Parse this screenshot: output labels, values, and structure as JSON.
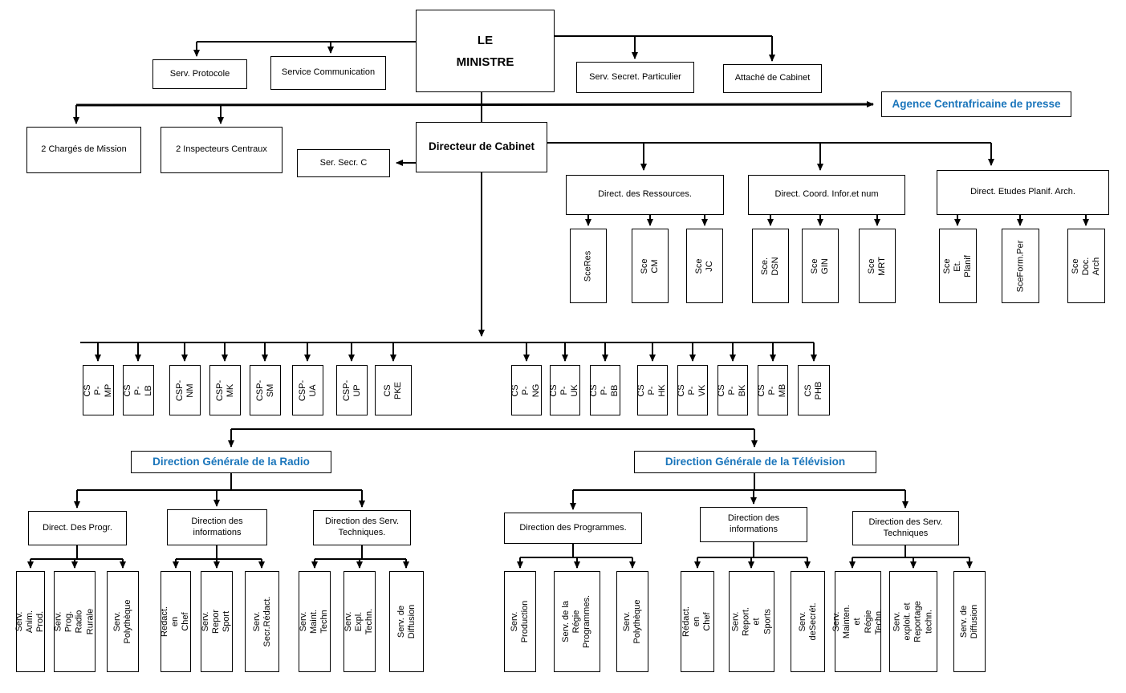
{
  "title": "Organigramme du Ministère",
  "colors": {
    "accent_blue": "#1a75bb",
    "line_black": "#000000",
    "background": "#ffffff"
  },
  "nodes": {
    "ministre": "LE\nMINISTRE",
    "serv_protocole": "Serv. Protocole",
    "service_communication": "Service Communication",
    "serv_secret_particulier": "Serv. Secret. Particulier",
    "attache_cabinet": "Attaché de Cabinet",
    "agence_presse": "Agence Centrafricaine de presse",
    "charges_mission": "2 Chargés de Mission",
    "inspecteurs_centraux": "2 Inspecteurs Centraux",
    "ser_secr_c": "Ser. Secr. C",
    "directeur_cabinet": "Directeur de Cabinet",
    "direct_ressources": "Direct. des  Ressources.",
    "direct_coord": "Direct. Coord. Infor.et num",
    "direct_etudes": "Direct. Etudes Planif. Arch.",
    "sceres": "SceRes",
    "sce_cm": "Sce  CM",
    "sce_jc": "Sce  JC",
    "sce_dsn": "Sce. DSN",
    "sce_gin": "Sce GIN",
    "sce_mrt": "Sce MRT",
    "sce_et_planif": "Sce Et. Planif",
    "sceform_per": "SceForm.Per",
    "sce_doc_arch": "Sce Doc. Arch",
    "cs_p_mp": "CS P-MP",
    "cs_p_lb": "CS P-LB",
    "csp_nm": "CSP-NM",
    "csp_mk": "CSP-MK",
    "csp_sm": "CSP-SM",
    "csp_ua": "CSP-UA",
    "csp_up": "CSP-UP",
    "cs_pke": "CS PKE",
    "cs_p_ng": "CS P-NG",
    "cs_p_uk": "CS P-UK",
    "cs_p_bb": "CS P-BB",
    "cs_p_hk": "CS P-HK",
    "cs_p_vk": "CS P-VK",
    "cs_p_bk": "CS P-BK",
    "cs_p_mb": "CS P-MB",
    "cs_phb": "CS PHB",
    "dg_radio": "Direction Générale de la Radio",
    "dg_tv": "Direction Générale de la Télévision",
    "r_progr": "Direct. Des Progr.",
    "r_infos": "Direction des\ninformations",
    "r_tech": "Direction des Serv.\nTechniques.",
    "t_progr": "Direction des Programmes.",
    "t_infos": "Direction des\ninformations",
    "t_tech": "Direction des Serv.\nTechniques",
    "serv_anim_prod": "Serv. Anim. Prod.",
    "serv_prog_radio": "Serv. Prog. Radio\nRurale",
    "serv_polytheque_r": "Serv. Polythèque",
    "redact_chef_r": "Redact. en Chef",
    "serv_repor_sport": "Serv. Repor Sport",
    "serv_secr_redact": "Serv. Secr.Rédact.",
    "serv_maint_techn": "Serv. Maint. Techn",
    "serv_expl_techn": "Serv. Expl. Techn.",
    "serv_diffusion_r": "Serv. de Diffusion",
    "serv_production": "Serv. Production",
    "serv_regie": "Serv. de la Régie\nProgrammes.",
    "serv_polytheque_t": "Serv. Polythèque",
    "redact_chef_t": "Rédact. en Chef",
    "serv_report_sports": "Serv. Report. et\nSports",
    "serv_desecret": "Serv. deSecrét.",
    "serv_mainten_regie": "Serv. Mainten. et\nRégie Techn.",
    "serv_exploit_reportage": "Serv. exploit. et\nReportage techn.",
    "serv_diffusion_t": "Serv. de Diffusion"
  }
}
